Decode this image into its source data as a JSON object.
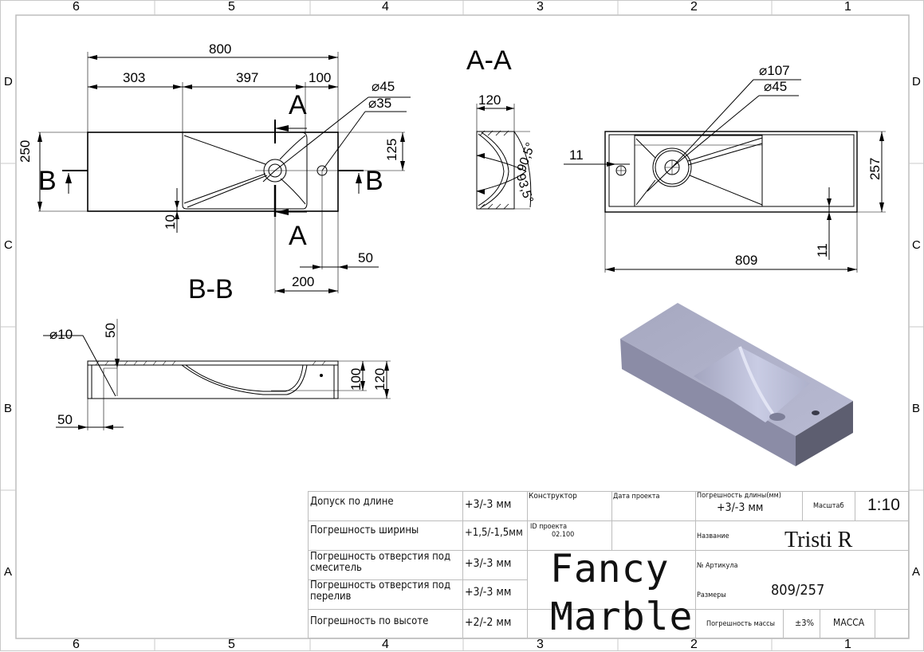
{
  "sheet": {
    "column_markers": [
      "6",
      "5",
      "4",
      "3",
      "2",
      "1"
    ],
    "row_markers": [
      "D",
      "C",
      "B",
      "A"
    ]
  },
  "top_view": {
    "dims": {
      "overall_length": "800",
      "left_shelf": "303",
      "basin_length": "397",
      "right_edge": "100",
      "depth": "250",
      "half_depth": "125",
      "basin_offset": "10",
      "hole_to_edge": "50",
      "mixer_to_edge": "200",
      "drain_outer": "⌀45",
      "drain_inner": "⌀35"
    },
    "section_labels": {
      "a_top": "A",
      "a_bottom": "A",
      "b_left": "B",
      "b_right": "B"
    }
  },
  "section_aa": {
    "title": "A-A",
    "width": "120",
    "angle_1": "90,5°",
    "angle_2": "93,5°"
  },
  "bottom_view": {
    "drain_outer": "⌀107",
    "drain_inner": "⌀45",
    "overflow_offset": "11",
    "depth": "257",
    "wall_offset": "11",
    "length": "809"
  },
  "section_bb": {
    "title": "B-B",
    "hole": "⌀10",
    "hole_height": "50",
    "hole_offset": "50",
    "inner_height": "100",
    "total_height": "120"
  },
  "title_block": {
    "tolerances": [
      {
        "label": "Допуск по длине",
        "value": "+3/-3 мм"
      },
      {
        "label": "Погрешность ширины",
        "value": "+1,5/-1,5мм"
      },
      {
        "label": "Погрешность отверстия под смеситель",
        "value": "+3/-3 мм"
      },
      {
        "label": "Погрешность отверстия под перелив",
        "value": "+3/-3 мм"
      },
      {
        "label": "Погрешность по высоте",
        "value": "+2/-2 мм"
      }
    ],
    "designer_label": "Конструктор",
    "project_date_label": "Дата проекта",
    "project_id_label": "ID проекта",
    "project_id": "02.100",
    "brand_line1": "Fancy",
    "brand_line2": "Marble",
    "length_tolerance_label": "Погрешность длины(мм)",
    "length_tolerance_value": "+3/-3 мм",
    "scale_label": "Масштаб",
    "scale_value": "1:10",
    "name_label": "Название",
    "name_value": "Tristi R",
    "article_label": "№ Артикула",
    "size_label": "Размеры",
    "size_value": "809/257",
    "mass_tolerance_label": "Погрешность массы",
    "mass_tolerance_value": "±3%",
    "mass_label": "МАССА",
    "mass_value": ""
  }
}
